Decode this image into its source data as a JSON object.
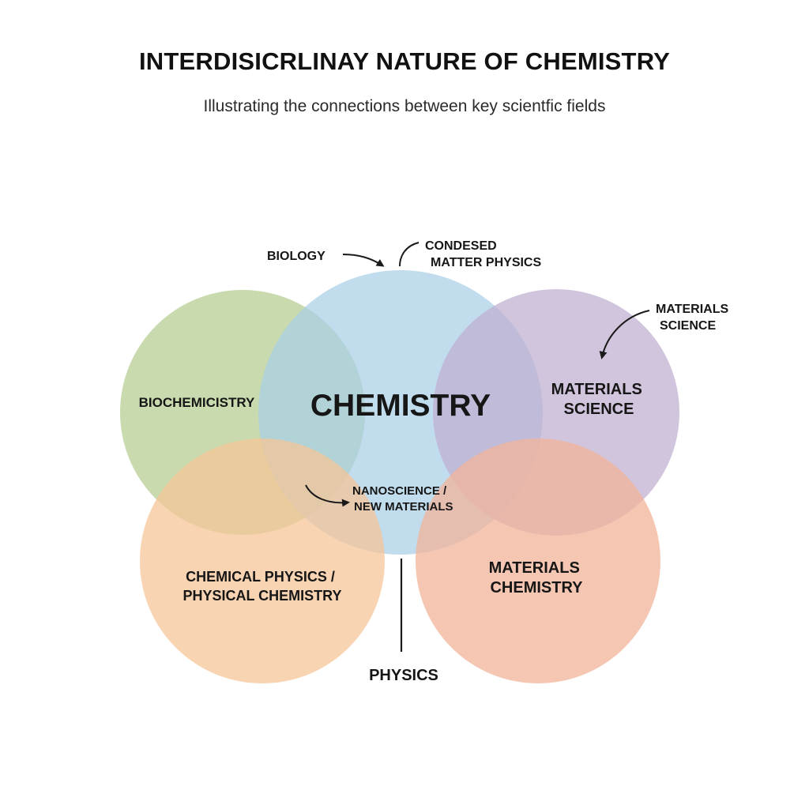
{
  "header": {
    "title": "INTERDISICRLINAY NATURE OF CHEMISTRY",
    "subtitle": "Illustrating the connections between key scientfic fields"
  },
  "diagram": {
    "circles": [
      {
        "id": "biochemistry",
        "label_lines": [
          "BIOCHEMICISTRY"
        ],
        "color": "#b9cf97"
      },
      {
        "id": "chemistry",
        "label_lines": [
          "CHEMISTRY"
        ],
        "color": "#a8cee6"
      },
      {
        "id": "materials-science",
        "label_lines": [
          "MATERIALS",
          "SCIENCE"
        ],
        "color": "#bfaed0"
      },
      {
        "id": "chemical-physics",
        "label_lines": [
          "CHEMICAL PHYSICS /",
          "PHYSICAL CHEMISTRY"
        ],
        "color": "#f6c69a"
      },
      {
        "id": "materials-chemistry",
        "label_lines": [
          "MATERIALS",
          "CHEMISTRY"
        ],
        "color": "#f2b49a"
      }
    ],
    "annotations": {
      "biology": "BIOLOGY",
      "condensed_matter": [
        "CONDESED",
        "MATTER PHYSICS"
      ],
      "materials_science_callout": [
        "MATERIALS",
        "SCIENCE"
      ],
      "nanoscience": [
        "NANOSCIENCE /",
        "NEW MATERIALS"
      ],
      "physics": "PHYSICS"
    },
    "colors": {
      "text": "#161616",
      "arrow": "#1a1a1a"
    }
  }
}
